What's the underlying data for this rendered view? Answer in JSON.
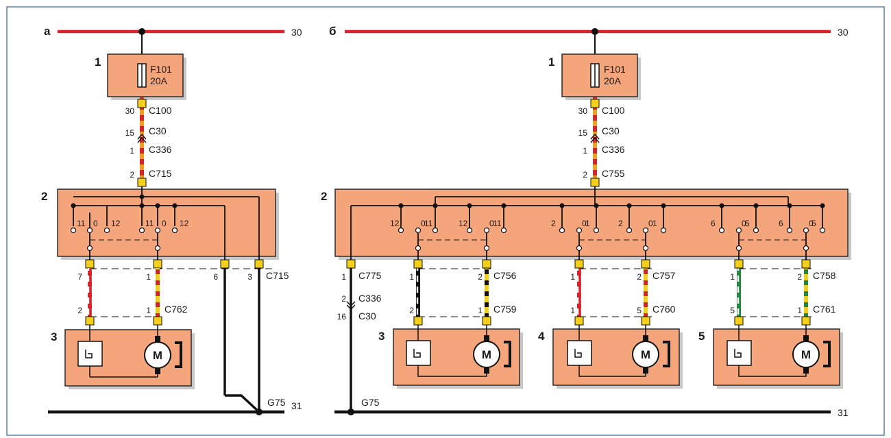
{
  "colors": {
    "supply_bus": "#d8232a",
    "ground_bus": "#111111",
    "block_fill": "#f4a57c",
    "connector_fill": "#f4d01c",
    "wire_orange": "#f0a020",
    "wire_red": "#d8232a",
    "wire_black": "#111111",
    "wire_green": "#1e8a3a",
    "wire_yellow": "#f4d01c"
  },
  "diagram_a": {
    "label": "а",
    "supply_terminal": "30",
    "ground_terminal": "31",
    "ground_point": "G75",
    "fuse_block_num": "1",
    "fuse_name": "F101",
    "fuse_rating": "20A",
    "switch_block_num": "2",
    "motor_block_num": "3",
    "motor_symbol": "M",
    "feed_connectors": [
      {
        "pin": "30",
        "name": "C100"
      },
      {
        "pin": "15",
        "name": "C30"
      },
      {
        "pin": "1",
        "name": "C336"
      },
      {
        "pin": "2",
        "name": "C715"
      }
    ],
    "switch_contacts": [
      "11",
      "0",
      "12",
      "11",
      "0",
      "12"
    ],
    "out_connector": "C715",
    "out_pins": [
      "7",
      "1",
      "6",
      "3"
    ],
    "motor_connector": "C762",
    "motor_pins": [
      "2",
      "1"
    ]
  },
  "diagram_b": {
    "label": "б",
    "supply_terminal": "30",
    "ground_terminal": "31",
    "ground_point": "G75",
    "fuse_block_num": "1",
    "fuse_name": "F101",
    "fuse_rating": "20A",
    "switch_block_num": "2",
    "feed_connectors": [
      {
        "pin": "30",
        "name": "C100"
      },
      {
        "pin": "15",
        "name": "C30"
      },
      {
        "pin": "1",
        "name": "C336"
      },
      {
        "pin": "2",
        "name": "C755"
      }
    ],
    "switch_contacts": [
      "12",
      "0",
      "11",
      "12",
      "0",
      "11",
      "2",
      "0",
      "1",
      "2",
      "0",
      "1",
      "6",
      "0",
      "5",
      "6",
      "0",
      "5"
    ],
    "ground_chain": [
      {
        "pin": "1",
        "name": "C775"
      },
      {
        "pin": "2",
        "name": "C336"
      },
      {
        "pin": "16",
        "name": "C30"
      }
    ],
    "channels": [
      {
        "motor_num": "3",
        "motor_symbol": "M",
        "upper": {
          "name": "C756",
          "pins": [
            "1",
            "2"
          ]
        },
        "lower": {
          "name": "C759",
          "pins": [
            "2",
            "1"
          ]
        }
      },
      {
        "motor_num": "4",
        "motor_symbol": "M",
        "upper": {
          "name": "C757",
          "pins": [
            "1",
            "2"
          ]
        },
        "lower": {
          "name": "C760",
          "pins": [
            "1",
            "5"
          ]
        }
      },
      {
        "motor_num": "5",
        "motor_symbol": "M",
        "upper": {
          "name": "C758",
          "pins": [
            "1",
            "2"
          ]
        },
        "lower": {
          "name": "C761",
          "pins": [
            "5",
            "1"
          ]
        }
      }
    ]
  }
}
